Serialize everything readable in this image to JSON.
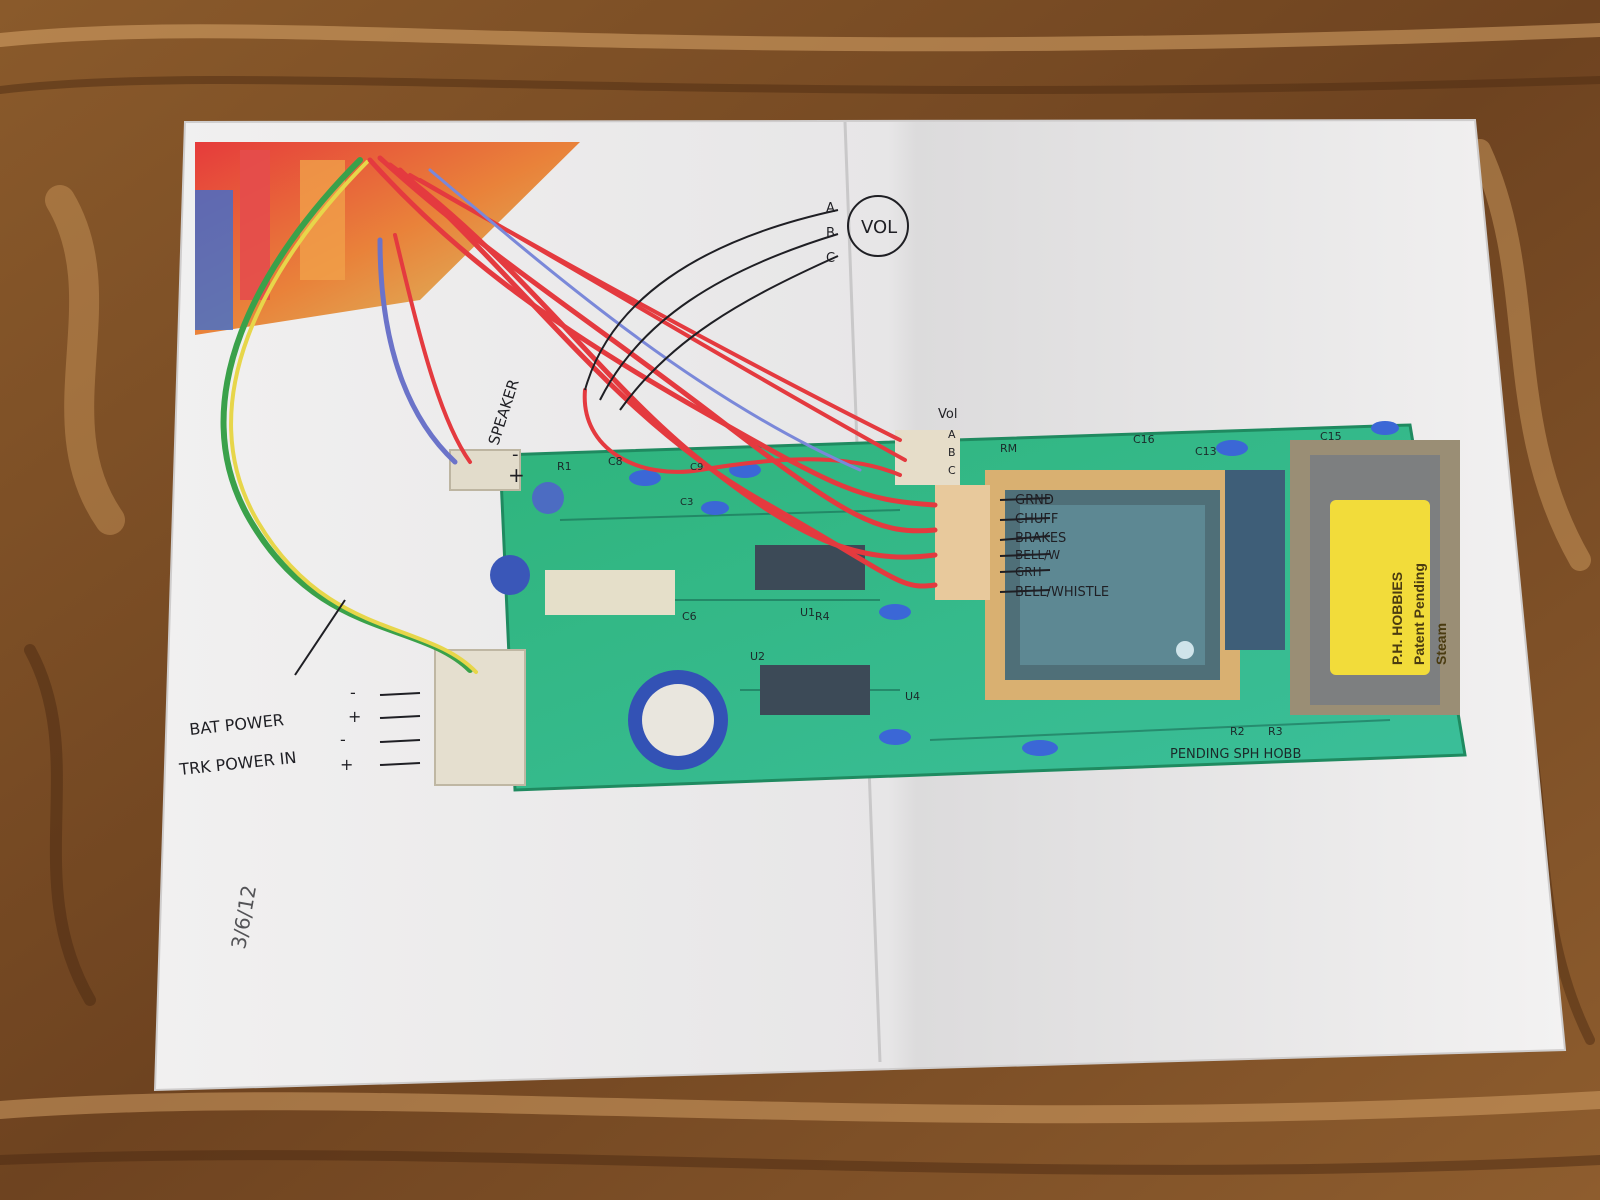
{
  "annotations": {
    "volume": {
      "pot_label": "VOL",
      "pin_a": "A",
      "pin_b": "B",
      "pin_c": "C",
      "header_label": "Vol",
      "header_a": "A",
      "header_b": "B",
      "header_c": "C"
    },
    "speaker": {
      "label": "SPEAKER",
      "minus": "-",
      "plus": "+"
    },
    "signals": [
      "GRND",
      "CHUFF",
      "BRAKES",
      "BELL/W",
      "GRH",
      "BELL/WHISTLE"
    ],
    "power": {
      "battery": "BAT POWER",
      "track": "TRK POWER IN",
      "bat_minus": "-",
      "bat_plus": "+",
      "trk_minus": "-",
      "trk_plus": "+"
    },
    "date_note": "3/6/12"
  },
  "board": {
    "silkscreen": [
      "R1",
      "C8",
      "C9",
      "C3",
      "RM",
      "C16",
      "C13",
      "C15",
      "U1",
      "U2",
      "U4",
      "R4",
      "R2",
      "R3",
      "C6",
      "PENDING SPH HOBB"
    ],
    "chip_label": [
      "P.H. HOBBIES",
      "Patent Pending",
      "Steam"
    ]
  },
  "colors": {
    "wood": "#7a4a22",
    "paper": "#ecebeb",
    "pcb_green": "#2fb27a",
    "wire_red": "#e43a3f",
    "wire_green": "#3aa14a",
    "wire_yellow": "#e7d64a",
    "wire_blue": "#6b73c9",
    "chip_yellow": "#f2dc3a"
  }
}
